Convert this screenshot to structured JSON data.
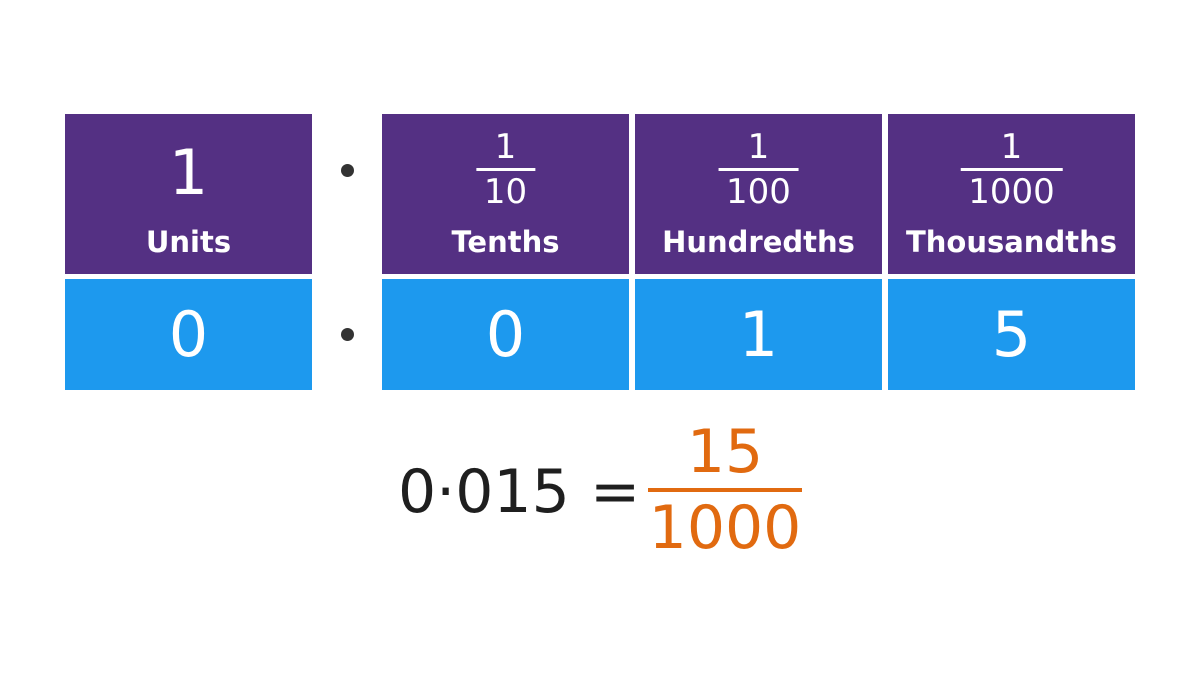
{
  "columns": [
    {
      "heading": "1",
      "label": "Units",
      "value": "0"
    },
    {
      "numerator": "1",
      "denominator": "10",
      "label": "Tenths",
      "value": "0"
    },
    {
      "numerator": "1",
      "denominator": "100",
      "label": "Hundredths",
      "value": "1"
    },
    {
      "numerator": "1",
      "denominator": "1000",
      "label": "Thousandths",
      "value": "5"
    }
  ],
  "equation": {
    "decimal": "0·015",
    "equals": "=",
    "numerator": "15",
    "denominator": "1000"
  },
  "colors": {
    "header": "#543083",
    "value_row": "#1d99ee",
    "fraction_result": "#e16a10"
  }
}
